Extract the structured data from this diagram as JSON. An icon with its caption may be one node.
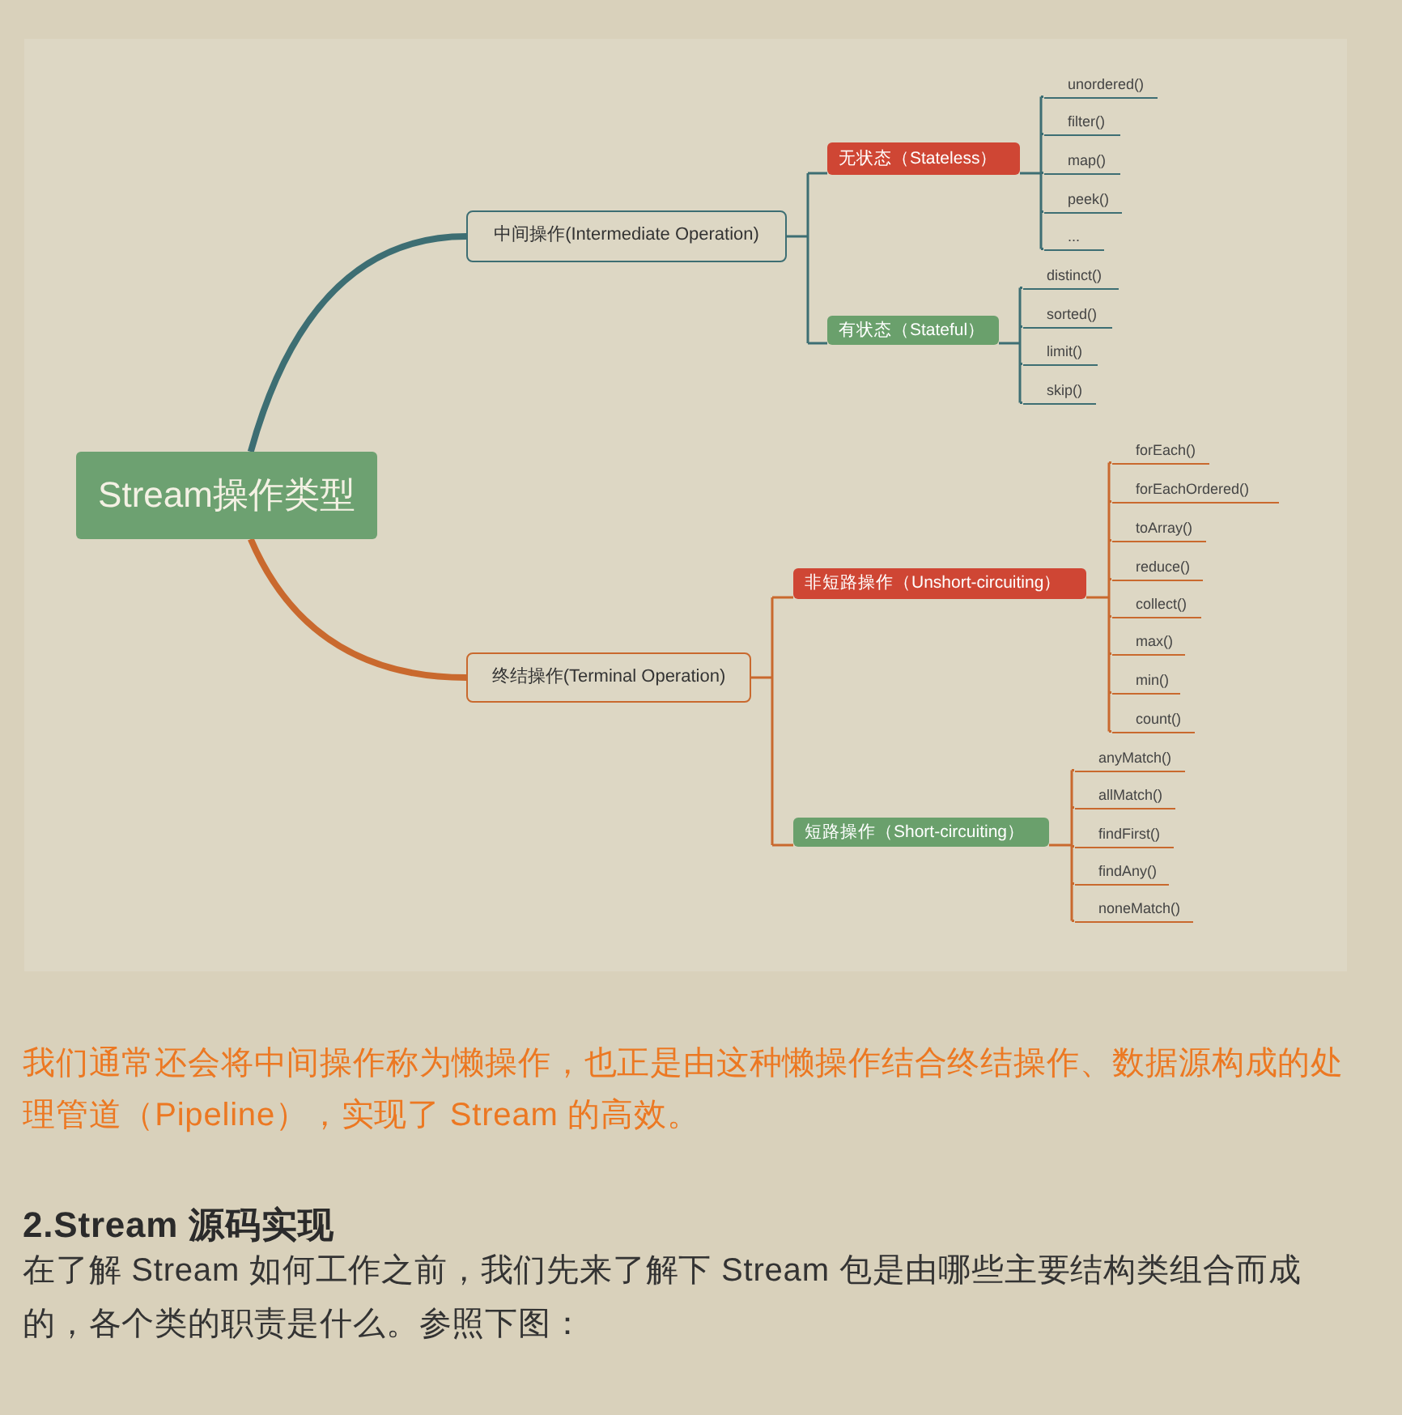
{
  "diagram": {
    "nodes": [
      {
        "text": [
          "Stream操作类型"
        ]
      },
      {
        "text": [
          "中间操作(Intermediate Operation)"
        ]
      },
      {
        "text": [
          "无状态（Stateless）"
        ]
      },
      {
        "text": [
          "unordered()"
        ]
      },
      {
        "text": [
          "filter()"
        ]
      },
      {
        "text": [
          "map()"
        ]
      },
      {
        "text": [
          "peek()"
        ]
      },
      {
        "text": [
          "..."
        ]
      },
      {
        "text": [
          "有状态（Stateful）"
        ]
      },
      {
        "text": [
          "distinct()"
        ]
      },
      {
        "text": [
          "sorted()"
        ]
      },
      {
        "text": [
          "limit()"
        ]
      },
      {
        "text": [
          "skip()"
        ]
      },
      {
        "text": [
          "终结操作(Terminal Operation)"
        ]
      },
      {
        "text": [
          "非短路操作（Unshort-circuiting）"
        ]
      },
      {
        "text": [
          "forEach()"
        ]
      },
      {
        "text": [
          "forEachOrdered()"
        ]
      },
      {
        "text": [
          "toArray()"
        ]
      },
      {
        "text": [
          "reduce()"
        ]
      },
      {
        "text": [
          "collect()"
        ]
      },
      {
        "text": [
          "max()"
        ]
      },
      {
        "text": [
          "min()"
        ]
      },
      {
        "text": [
          "count()"
        ]
      },
      {
        "text": [
          "短路操作（Short-circuiting）"
        ]
      },
      {
        "text": [
          "anyMatch()"
        ]
      },
      {
        "text": [
          "allMatch()"
        ]
      },
      {
        "text": [
          "findFirst()"
        ]
      },
      {
        "text": [
          "findAny()"
        ]
      },
      {
        "text": [
          "noneMatch()"
        ]
      }
    ],
    "edges": [
      {
        "from": 0,
        "to": 1,
        "arrow": "none",
        "style": "thick",
        "color": "#3d6e73"
      },
      {
        "from": 0,
        "to": 13,
        "arrow": "none",
        "style": "thick"
      },
      {
        "from": 1,
        "to": 2,
        "arrow": "none",
        "color": "#3d6e73"
      },
      {
        "from": 1,
        "to": 8,
        "arrow": "none",
        "color": "#3d6e73"
      },
      {
        "from": 2,
        "to": 3,
        "arrow": "none",
        "color": "#3d6e73"
      },
      {
        "from": 2,
        "to": 4,
        "arrow": "none",
        "color": "#3d6e73"
      },
      {
        "from": 2,
        "to": 5,
        "arrow": "none",
        "color": "#3d6e73"
      },
      {
        "from": 2,
        "to": 6,
        "arrow": "none",
        "color": "#3d6e73"
      },
      {
        "from": 2,
        "to": 7,
        "arrow": "none",
        "color": "#3d6e73"
      },
      {
        "from": 8,
        "to": 9,
        "arrow": "none",
        "color": "#3d6e73"
      },
      {
        "from": 8,
        "to": 10,
        "arrow": "none",
        "color": "#3d6e73"
      },
      {
        "from": 8,
        "to": 11,
        "arrow": "none",
        "color": "#3d6e73"
      },
      {
        "from": 8,
        "to": 12,
        "arrow": "none",
        "color": "#3d6e73"
      },
      {
        "from": 13,
        "to": 14,
        "arrow": "none"
      },
      {
        "from": 13,
        "to": 23,
        "arrow": "none"
      },
      {
        "from": 14,
        "to": 15,
        "arrow": "none"
      },
      {
        "from": 14,
        "to": 16,
        "arrow": "none"
      },
      {
        "from": 14,
        "to": 17,
        "arrow": "none"
      },
      {
        "from": 14,
        "to": 18,
        "arrow": "none"
      },
      {
        "from": 14,
        "to": 19,
        "arrow": "none"
      },
      {
        "from": 14,
        "to": 20,
        "arrow": "none"
      },
      {
        "from": 14,
        "to": 21,
        "arrow": "none"
      },
      {
        "from": 14,
        "to": 22,
        "arrow": "none"
      },
      {
        "from": 23,
        "to": 24,
        "arrow": "none"
      },
      {
        "from": 23,
        "to": 25,
        "arrow": "none"
      },
      {
        "from": 23,
        "to": 26,
        "arrow": "none"
      },
      {
        "from": 23,
        "to": 27,
        "arrow": "none"
      },
      {
        "from": 23,
        "to": 28,
        "arrow": "none"
      }
    ],
    "labels": [
      "我们通常还会将中间操作称为懒操作，也正是由这种懒操作结合终结操作、数据源构成的处理管道（Pipeline），实现了 Stream 的高效。",
      "2.Stream 源码实现",
      "在了解 Stream 如何工作之前，我们先来了解下 Stream 包是由哪些主要结构类组合而成的，各个类的职责是什么。参照下图："
    ]
  }
}
